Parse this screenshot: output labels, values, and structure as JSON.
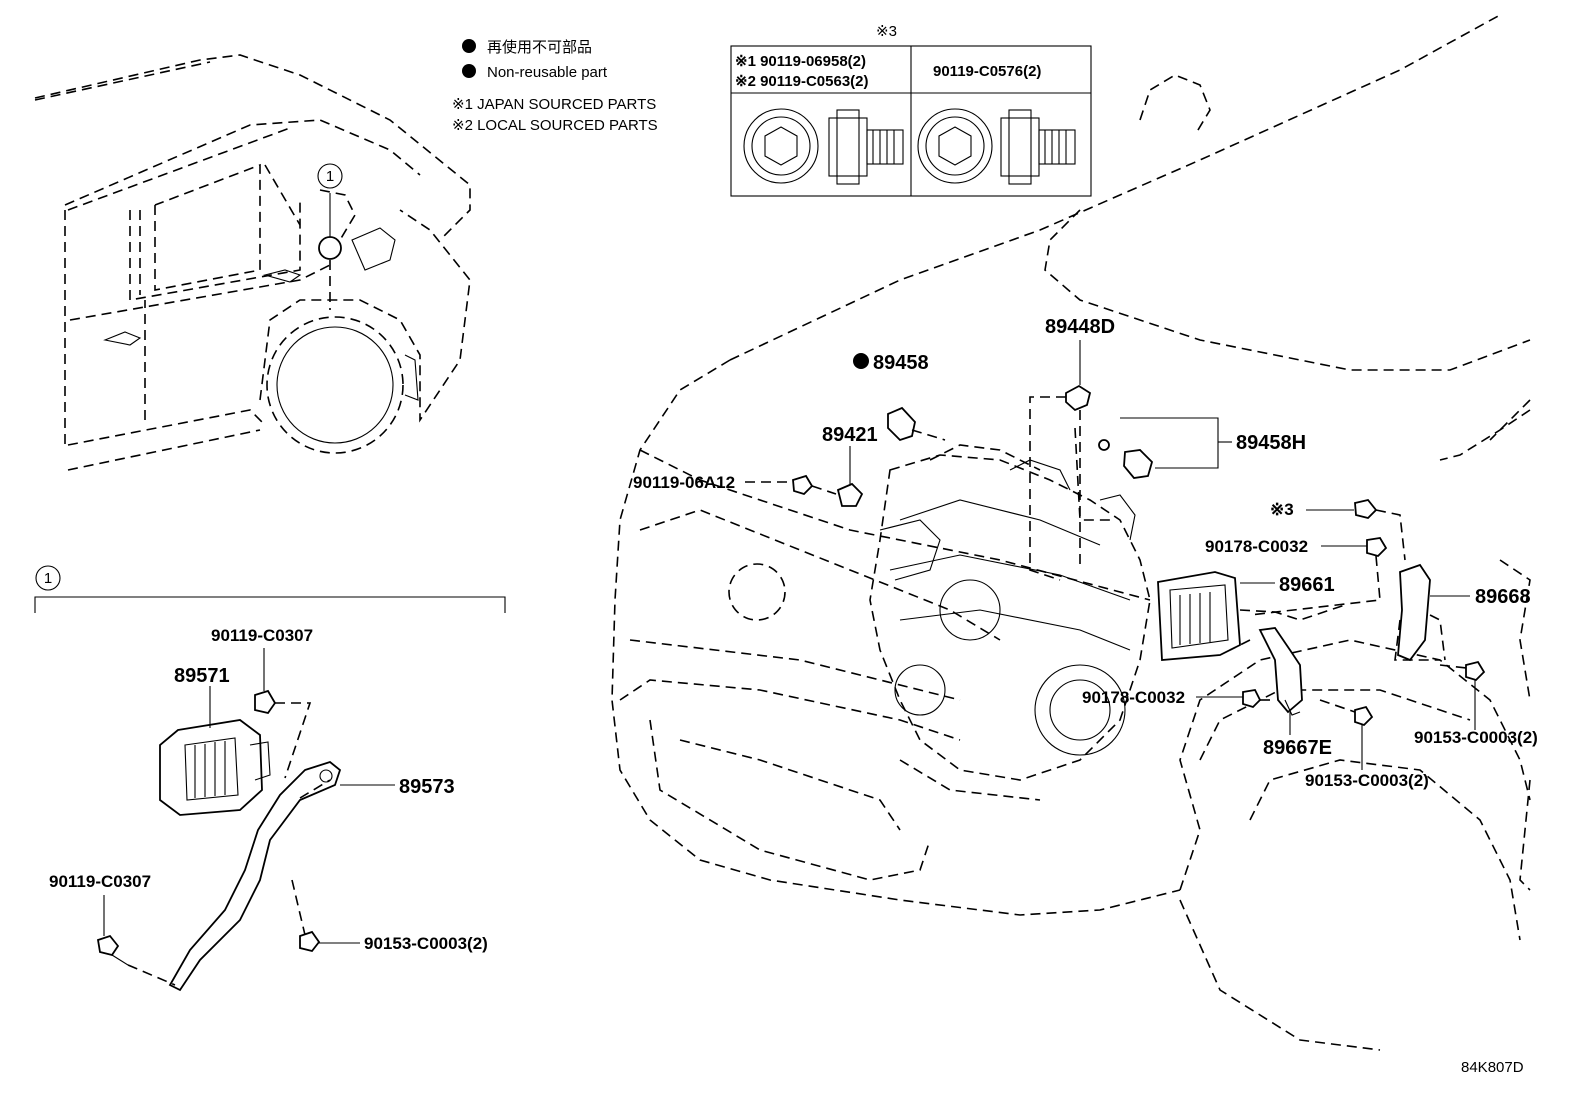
{
  "legend": {
    "item1_jp": "再使用不可部品",
    "item2_en": "Non-reusable part",
    "note1": "※1 JAPAN SOURCED PARTS",
    "note2": "※2 LOCAL SOURCED PARTS"
  },
  "bolt_table": {
    "title": "※3",
    "left_row1": "※1 90119-06958(2)",
    "left_row2": "※2 90119-C0563(2)",
    "right_header": "90119-C0576(2)"
  },
  "callouts": {
    "ref1_upper": "1",
    "ref1_lower": "1"
  },
  "inset_labels": {
    "p90119_c0307_top": "90119-C0307",
    "p89571": "89571",
    "p89573": "89573",
    "p90119_c0307_left": "90119-C0307",
    "p90153_c0003_inset": "90153-C0003(2)"
  },
  "main_labels": {
    "p89458": "89458",
    "p89448d": "89448D",
    "p89421": "89421",
    "p89458h": "89458H",
    "p90119_06a12": "90119-06A12",
    "ref3": "※3",
    "p90178_c0032_top": "90178-C0032",
    "p89661": "89661",
    "p89668": "89668",
    "p90178_c0032_mid": "90178-C0032",
    "p89667e": "89667E",
    "p90153_c0003_right": "90153-C0003(2)",
    "p90153_c0003_mid": "90153-C0003(2)"
  },
  "diagram_code": "84K807D"
}
